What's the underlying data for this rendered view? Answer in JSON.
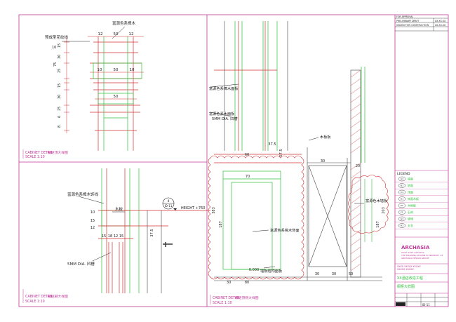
{
  "title_block": {
    "revisions": [
      {
        "desc": "FOR APPROVAL",
        "date": ""
      },
      {
        "desc": "PRELIMINARY DRAFT",
        "date": "XX.XX.XX"
      },
      {
        "desc": "ISSUED FOR CONSTRUCTION",
        "date": "XX.XX.XX"
      }
    ],
    "legend_title": "LEGEND",
    "legend_items": [
      {
        "code": "A1",
        "label": "墙面"
      },
      {
        "code": "B1",
        "label": "地面"
      },
      {
        "code": "C1",
        "label": "顶面"
      },
      {
        "code": "D1",
        "label": "饰面木板"
      },
      {
        "code": "E1",
        "label": "木地板"
      },
      {
        "code": "F1",
        "label": "石材"
      },
      {
        "code": "G1",
        "label": "玻璃"
      },
      {
        "code": "H1",
        "label": "五金"
      }
    ],
    "company_name": "ARCHASIA",
    "company_lines": [
      "XXXX XXXX XXXXXXX",
      "THE DRAWING SHOWN IS PROPERTY OF",
      "ARCHASIA DESIGN GROUP"
    ],
    "project_lines": [
      "XXXX XXXXX XXXXX",
      "XXXXX XXXXX"
    ],
    "project_name": "XX酒店改造工程",
    "drawing_name": "橱柜大样图",
    "footer_label": "ID-11"
  },
  "views": [
    {
      "title": "CABINET DETAIL",
      "title_cn": "橱柜顶大样图",
      "scale": "SCALE 1:10"
    },
    {
      "title": "CABINET DETAIL",
      "title_cn": "橱柜脚大样图",
      "scale": "SCALE 1:10"
    },
    {
      "title": "CABINET DETAIL",
      "title_cn": "橱柜顶侧大样图",
      "scale": "SCALE 1:10"
    }
  ],
  "annotations": {
    "v1_top": "富源色系樟木",
    "v1_left": "预成型花纹线",
    "v2_a": "富源色系樟木饰线",
    "v2_b": "木板",
    "v2_c": "5MM DIA. 凹槽",
    "v2_height": "HEIGHT +760",
    "v2_bubble_top": "4",
    "v2_bubble_bot": "ID-11",
    "v3_a": "富源色系樟木面板",
    "v3_b": "富源色素木面板",
    "v3_c": "5MM DIA. 凹槽",
    "v3_d": "木板板",
    "v3_e": "富源色木墙板",
    "v3_f": "富源色系樟木饰面",
    "v3_g": "墙板结构面板"
  },
  "dims": {
    "v1": [
      "12",
      "50",
      "12",
      "10",
      "50",
      "10",
      "50",
      "15",
      "30",
      "75",
      "25",
      "15",
      "30",
      "25",
      "6",
      "8",
      "10"
    ],
    "v2": [
      "15",
      "18",
      "12",
      "15",
      "10",
      "15",
      "12",
      "37.5"
    ],
    "v3": [
      "37.5",
      "60",
      "70",
      "57.5",
      "30",
      "20",
      "30",
      "30",
      "50",
      "30",
      "80",
      "187",
      "383",
      "203",
      "187",
      "0.000"
    ]
  },
  "colors": {
    "border": "#c0399a",
    "green": "#2fc03a",
    "red": "#d23030",
    "dark": "#222222"
  }
}
